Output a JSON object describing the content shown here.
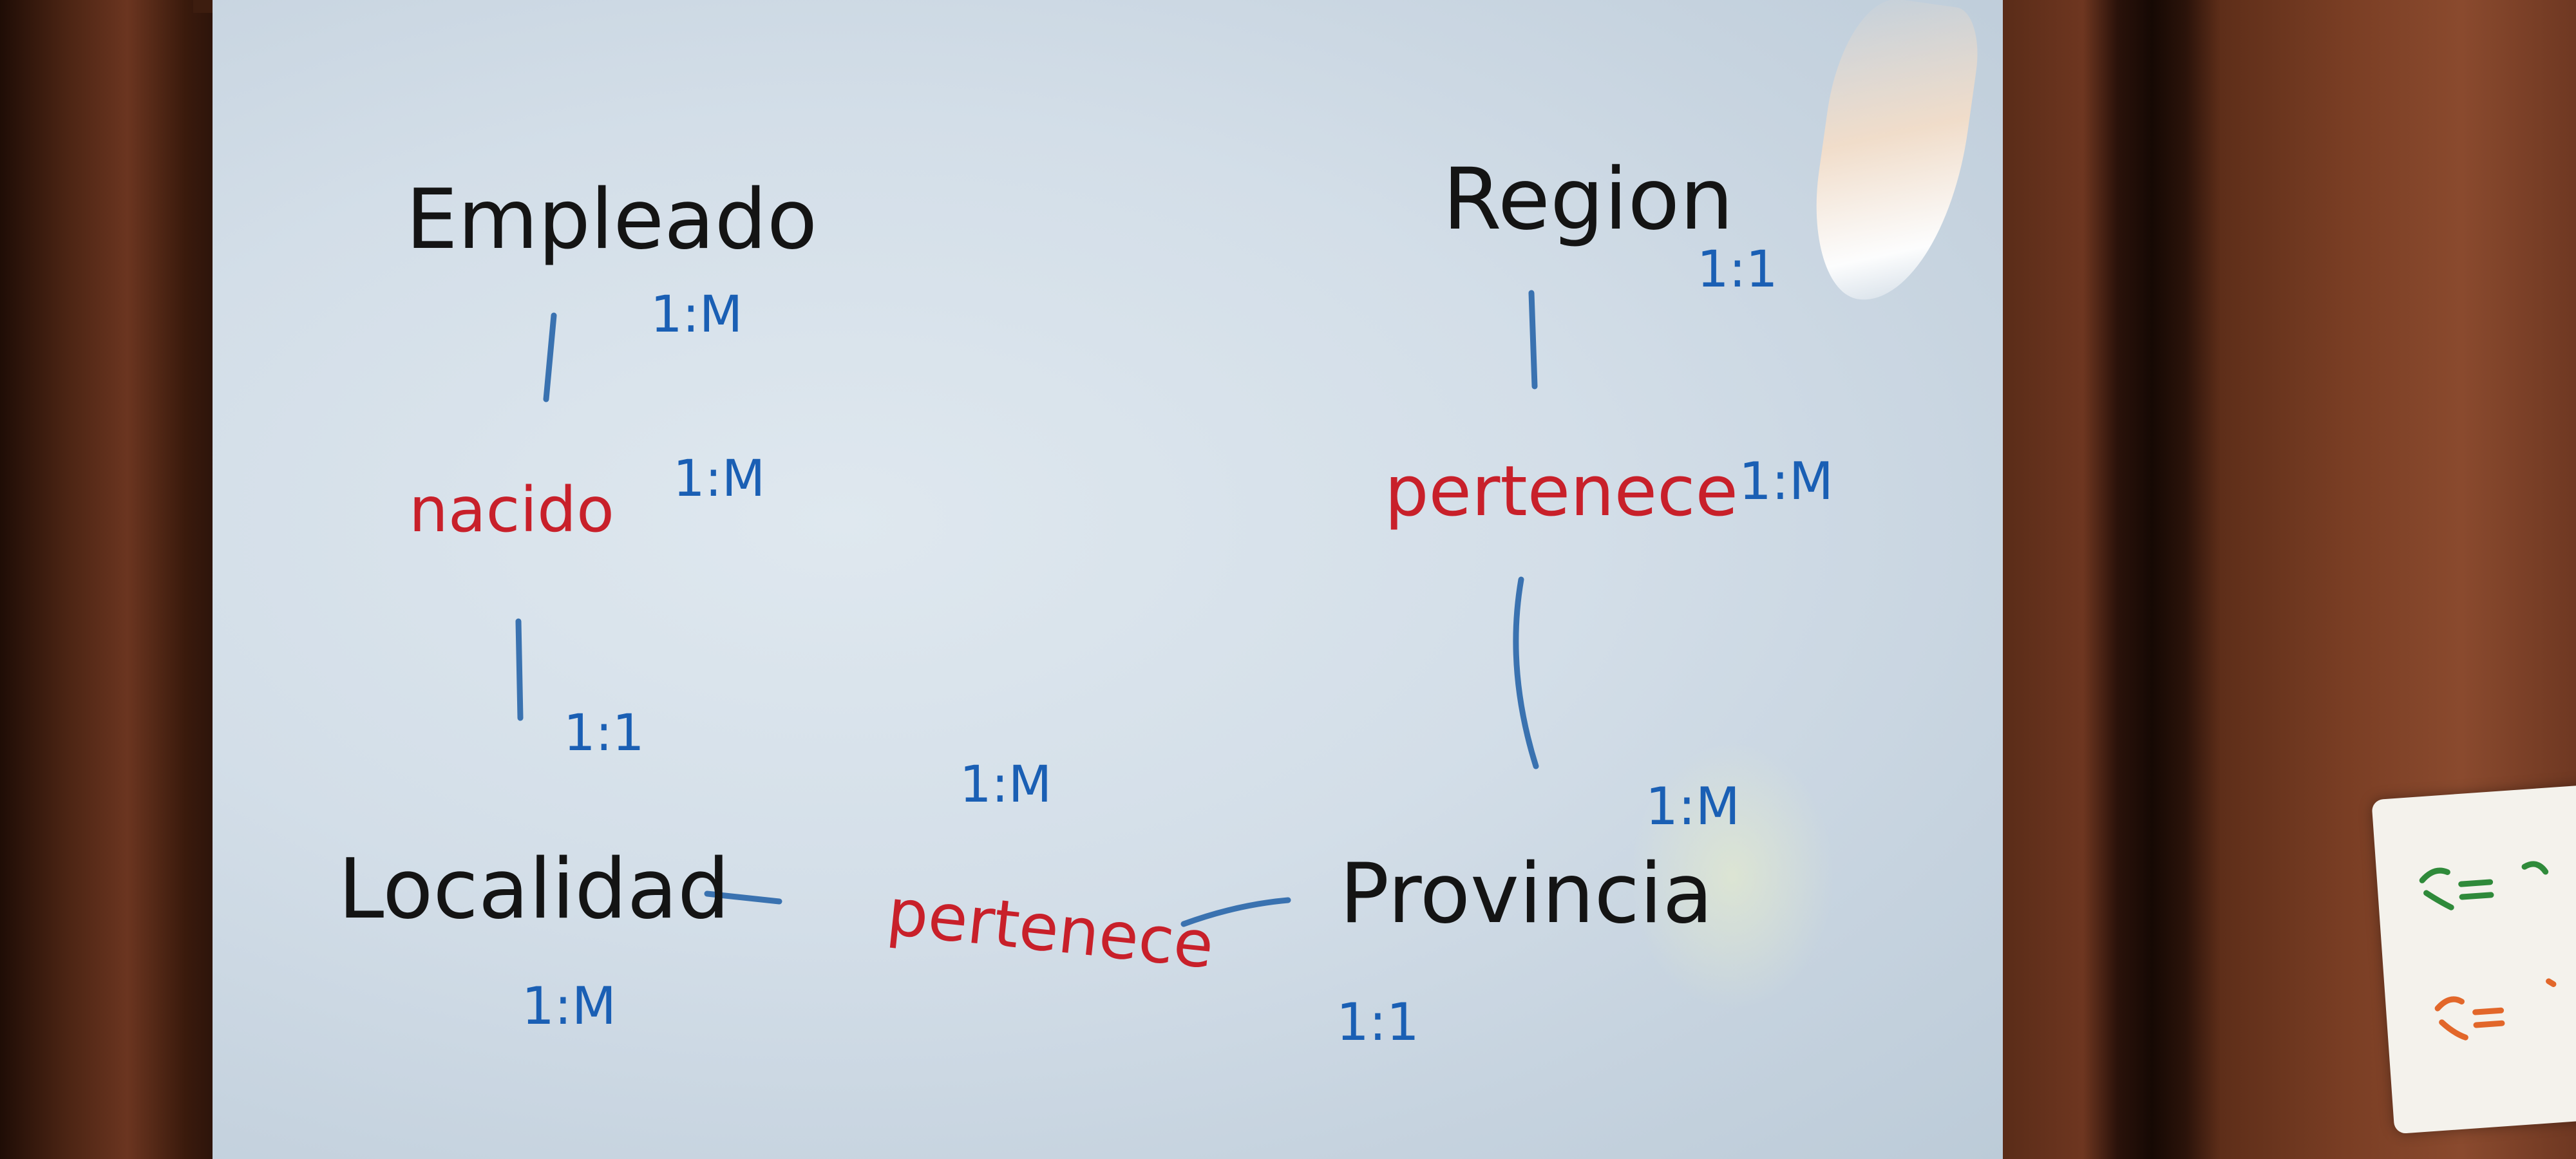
{
  "diagram": {
    "entities": {
      "empleado": "Empleado",
      "localidad": "Localidad",
      "provincia": "Provincia",
      "region": "Region"
    },
    "relationships": {
      "nacido": "nacido",
      "pertenece_region": "pertenece",
      "pertenece_localidad": "pertenece"
    },
    "cardinalities": {
      "empleado_nacido": "1:M",
      "nacido_right": "1:M",
      "nacido_localidad": "1:1",
      "localidad_below": "1:M",
      "pertenece_top": "1:M",
      "provincia_below": "1:1",
      "region_side": "1:1",
      "pertenece_region_side": "1:M",
      "provincia_top": "1:M"
    }
  },
  "colors": {
    "entity_ink": "#141414",
    "relationship_ink": "#c8202a",
    "cardinality_ink": "#1a5fb4",
    "connector_ink": "#3a72b0"
  }
}
